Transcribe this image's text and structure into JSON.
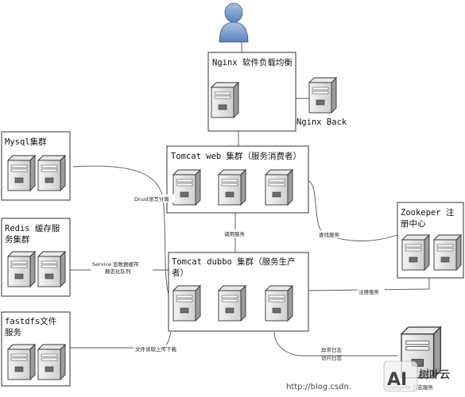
{
  "nginx": {
    "title": "Nginx 软件负载均衡",
    "backup_label": "Nginx Back"
  },
  "mysql": {
    "title": "Mysql集群"
  },
  "redis": {
    "title_line1": "Redis 缓存服",
    "title_line2": "务集群"
  },
  "fastdfs": {
    "title_line1": "fastdfs文件",
    "title_line2": "服务"
  },
  "tomcat_web": {
    "title": "Tomcat web 集群（服务消费者）"
  },
  "tomcat_dubbo": {
    "title_line1": "Tomcat dubbo 集群（服务生产",
    "title_line2": "者）"
  },
  "zookeeper": {
    "title_line1": "Zookeper 注",
    "title_line2": "册中心"
  },
  "mongodb": {
    "label": "mongodb 日志服务"
  },
  "edges": {
    "druid": "Druid读写分离",
    "invoke": "调用服务",
    "service_line1": "Service 层数据缓存",
    "service_line2": "静态化队列",
    "lookup": "查找服务",
    "register": "注册服务",
    "file": "文件读取上传下载",
    "log_line1": "异常日志",
    "log_line2": "访问日志"
  },
  "watermark": {
    "url": "http://blog.csdn.",
    "brand": "树叶云"
  }
}
